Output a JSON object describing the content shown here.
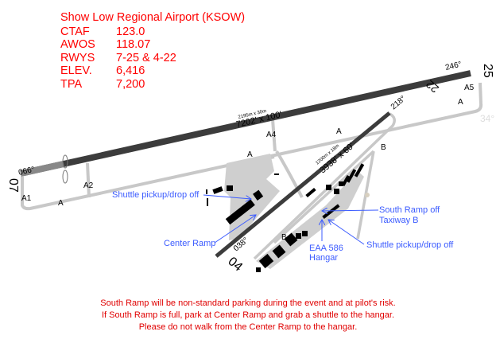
{
  "info": {
    "title": "Show Low Regional Airport (KSOW)",
    "rows": [
      {
        "key": "CTAF",
        "value": "123.0"
      },
      {
        "key": "AWOS",
        "value": "118.07"
      },
      {
        "key": "RWYS",
        "value": "7-25 & 4-22"
      },
      {
        "key": "ELEV.",
        "value": "6,416"
      },
      {
        "key": "TPA",
        "value": "7,200"
      }
    ]
  },
  "diagram": {
    "rwy_07": "07",
    "rwy_25": "25",
    "rwy_04": "04",
    "rwy_22": "22",
    "hdg_066": "066°",
    "hdg_246": "246°",
    "hdg_038": "038°",
    "hdg_218": "218°",
    "faded_034": "34°",
    "rwy_7_25_metric": "2195m x 30m",
    "rwy_7_25_dims": "7202' x 100'",
    "rwy_4_22_metric": "1200m x 18m",
    "rwy_4_22_dims": "3938' x 60'",
    "twy_a1": "A1",
    "twy_a2": "A2",
    "twy_a4": "A4",
    "twy_a5": "A5",
    "twy_a": "A",
    "twy_b": "B"
  },
  "annotations": {
    "shuttle_center": "Shuttle pickup/drop off",
    "center_ramp": "Center Ramp",
    "south_ramp_1": "South Ramp off",
    "south_ramp_2": "Taxiway B",
    "eaa_1": "EAA 586",
    "eaa_2": "Hangar",
    "shuttle_south": "Shuttle pickup/drop off"
  },
  "notes": [
    "South Ramp will be non-standard parking during the event and at pilot's risk.",
    "If South Ramp is full, park at Center Ramp and grab a shuttle to the hangar.",
    "Please do not walk from the Center Ramp to the hangar."
  ],
  "colors": {
    "info": "#ff0000",
    "annotation": "#3b5bff",
    "runway": "#3c3c3c",
    "taxiway": "#cccccc"
  }
}
